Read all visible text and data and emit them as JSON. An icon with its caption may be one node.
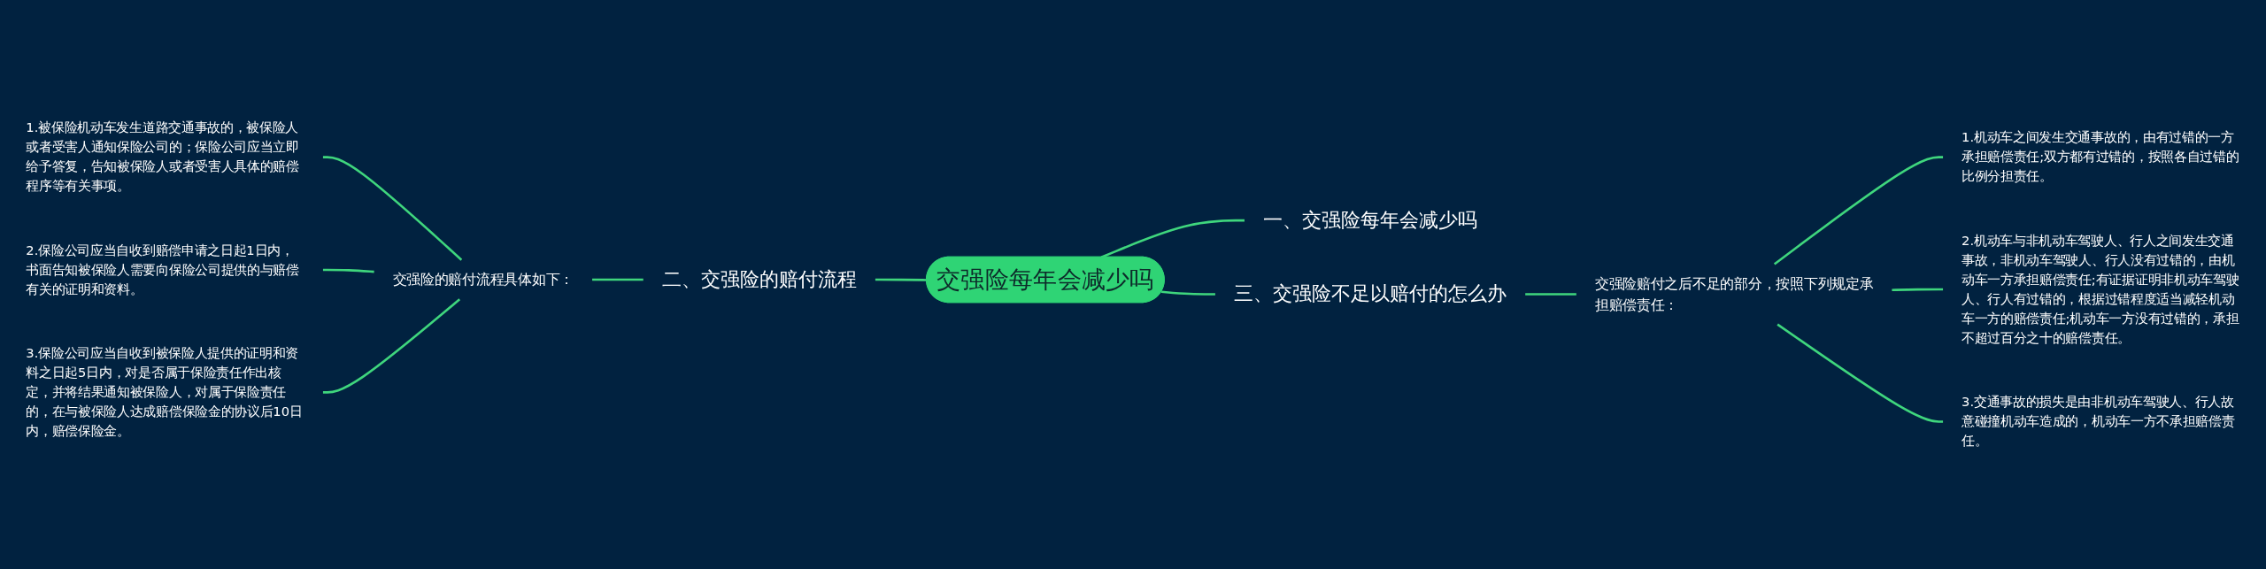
{
  "diagram": {
    "nodes": [
      {
        "text": [
          "交强险每年会减少吗"
        ]
      },
      {
        "text": [
          "一、交强险每年会减少吗"
        ]
      },
      {
        "text": [
          "二、交强险的赔付流程"
        ]
      },
      {
        "text": [
          "交强险的赔付流程具体如下："
        ]
      },
      {
        "text": [
          "1.被保险机动车发生道路交通事故的，被保险人或者受害人通知保险公司的；保险公司应当立即给予答复，告知被保险人或者受害人具体的赔偿程序等有关事项。"
        ]
      },
      {
        "text": [
          "2.保险公司应当自收到赔偿申请之日起1日内，书面告知被保险人需要向保险公司提供的与赔偿有关的证明和资料。"
        ]
      },
      {
        "text": [
          "3.保险公司应当自收到被保险人提供的证明和资料之日起5日内，对是否属于保险责任作出核定，并将结果通知被保险人，对属于保险责任的，在与被保险人达成赔偿保险金的协议后10日内，赔偿保险金。"
        ]
      },
      {
        "text": [
          "三、交强险不足以赔付的怎么办"
        ]
      },
      {
        "text": [
          "交强险赔付之后不足的部分，按照下列规定承担赔偿责任："
        ]
      },
      {
        "text": [
          "1.机动车之间发生交通事故的，由有过错的一方承担赔偿责任;双方都有过错的，按照各自过错的比例分担责任。"
        ]
      },
      {
        "text": [
          "2.机动车与非机动车驾驶人、行人之间发生交通事故，非机动车驾驶人、行人没有过错的，由机动车一方承担赔偿责任;有证据证明非机动车驾驶人、行人有过错的，根据过错程度适当减轻机动车一方的赔偿责任;机动车一方没有过错的，承担不超过百分之十的赔偿责任。"
        ]
      },
      {
        "text": [
          "3.交通事故的损失是由非机动车驾驶人、行人故意碰撞机动车造成的，机动车一方不承担赔偿责任。"
        ]
      }
    ],
    "edges": [
      {
        "from": 4,
        "to": 3,
        "arrow": "none"
      },
      {
        "from": 5,
        "to": 3,
        "arrow": "none"
      },
      {
        "from": 6,
        "to": 3,
        "arrow": "none"
      },
      {
        "from": 3,
        "to": 2,
        "arrow": "none"
      },
      {
        "from": 2,
        "to": 0,
        "arrow": "none"
      },
      {
        "from": 0,
        "to": 1,
        "arrow": "none"
      },
      {
        "from": 0,
        "to": 7,
        "arrow": "none"
      },
      {
        "from": 7,
        "to": 8,
        "arrow": "none"
      },
      {
        "from": 8,
        "to": 9,
        "arrow": "none"
      },
      {
        "from": 8,
        "to": 10,
        "arrow": "none"
      },
      {
        "from": 8,
        "to": 11,
        "arrow": "none"
      }
    ]
  }
}
